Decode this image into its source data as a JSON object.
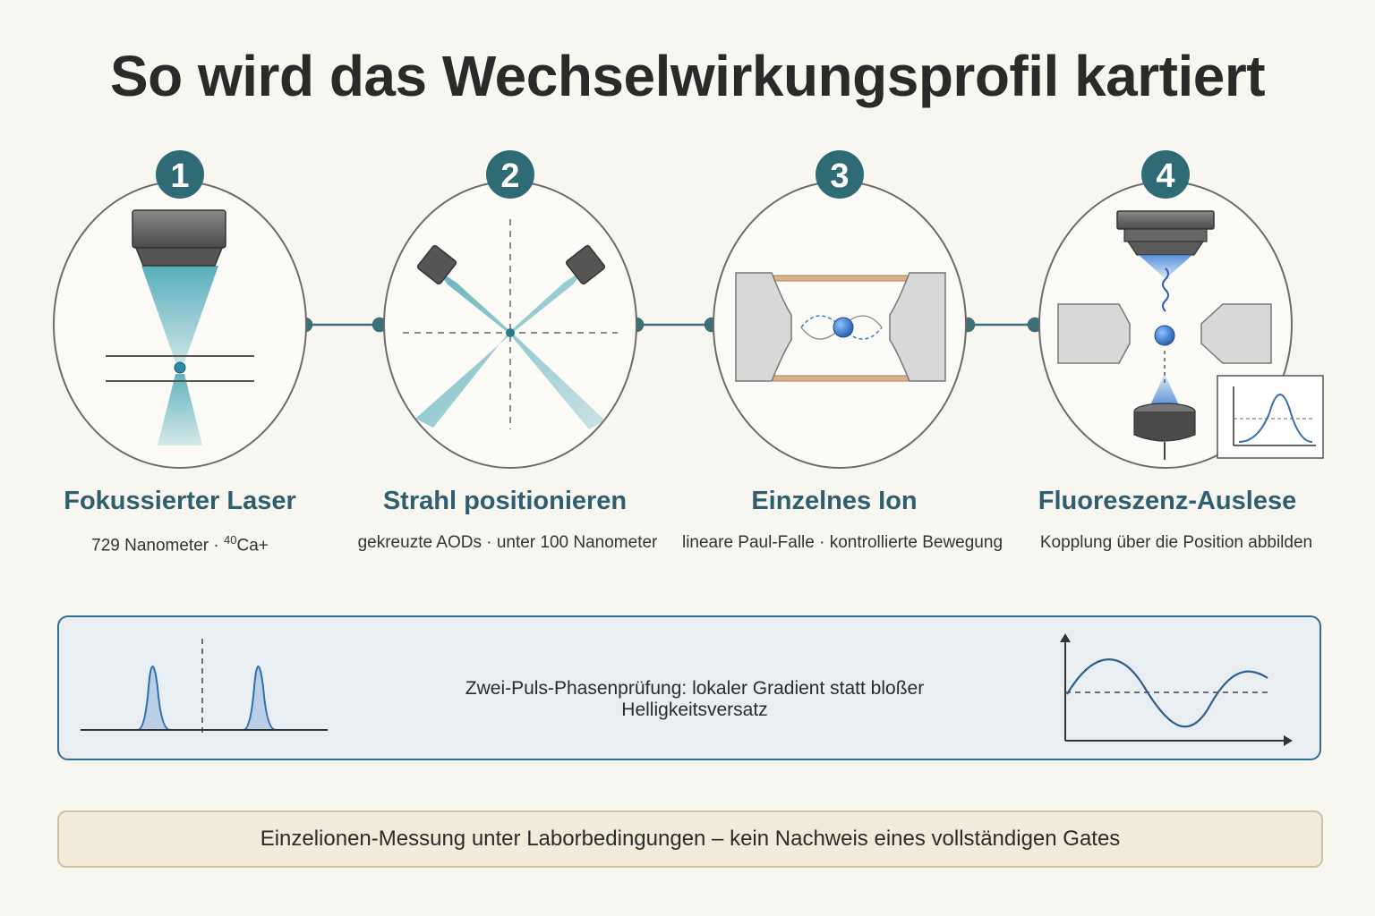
{
  "title": "So wird das Wechselwirkungsprofil kartiert",
  "steps": [
    {
      "number": "1",
      "title": "Fokussierter Laser",
      "sub_prefix": "729 Nanometer · ",
      "sub_isotope_mass": "40",
      "sub_isotope_rest": "Ca+"
    },
    {
      "number": "2",
      "title": "Strahl positionieren",
      "sub": "gekreuzte AODs · unter 100 Nanometer"
    },
    {
      "number": "3",
      "title": "Einzelnes Ion",
      "sub": "lineare Paul-Falle · kontrollierte Bewegung"
    },
    {
      "number": "4",
      "title": "Fluoreszenz-Auslese",
      "sub": "Kopplung über die Position abbilden"
    }
  ],
  "phase_check": "Zwei-Puls-Phasenprüfung: lokaler Gradient statt bloßer Helligkeitsversatz",
  "footer_note": "Einzelionen-Messung unter Laborbedingungen – kein Nachweis eines vollständigen Gates",
  "colors": {
    "accent": "#2f5f6e",
    "beam": "#3aa0b0",
    "ion": "#2a6fbf",
    "box_border": "#2f6f92",
    "note_bg": "#f2ebdc"
  }
}
